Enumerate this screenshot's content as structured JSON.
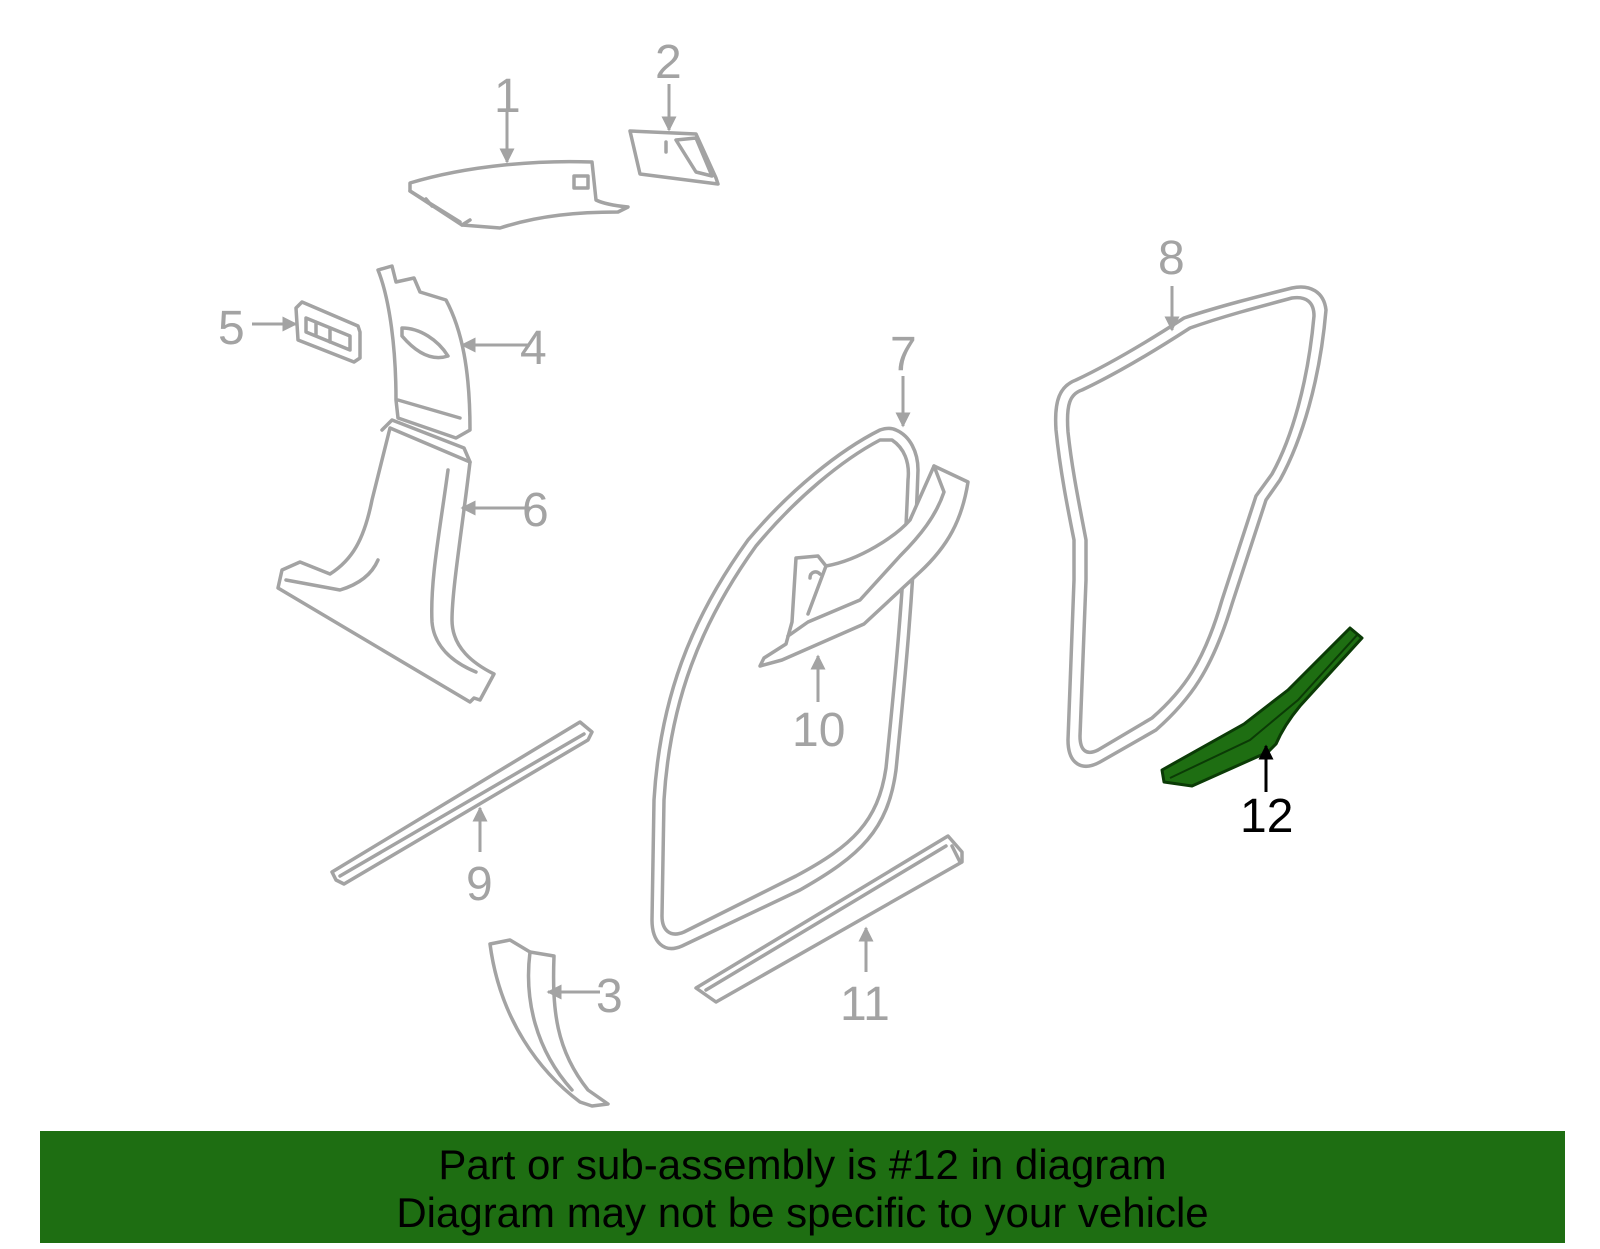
{
  "diagram": {
    "callouts": [
      "1",
      "2",
      "3",
      "4",
      "5",
      "6",
      "7",
      "8",
      "9",
      "10",
      "11",
      "12"
    ],
    "highlighted_part": "12"
  },
  "banner": {
    "line1": "Part or sub-assembly is #12 in diagram",
    "line2": "Diagram may not be specific to your vehicle"
  },
  "colors": {
    "highlight": "#1e6e12",
    "banner_background": "#1e6e12",
    "part_outline": "#a3a3a3",
    "active_label": "#000000"
  }
}
